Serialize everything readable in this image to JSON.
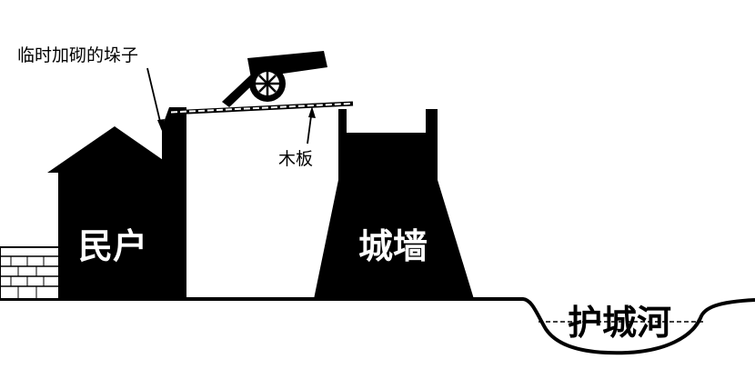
{
  "labels": {
    "merlon": "临时加砌的垛子",
    "plank": "木板",
    "houses": "民户",
    "wall": "城墙",
    "moat": "护城河"
  },
  "colors": {
    "ink": "#000000",
    "paper": "#ffffff"
  }
}
